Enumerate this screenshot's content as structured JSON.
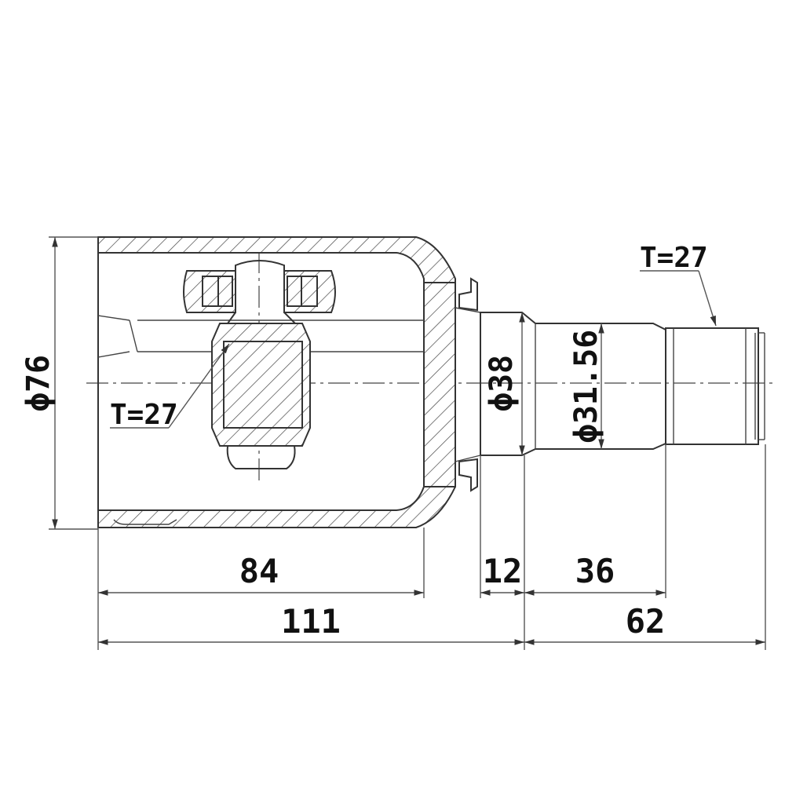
{
  "dimensions": {
    "outer_diameter": "ϕ76",
    "spline_diameter": "ϕ38",
    "stub_diameter": "ϕ31.56",
    "inner_spline_teeth": "T=27",
    "outer_spline_teeth": "T=27",
    "housing_length": "84",
    "overall_housing_length": "111",
    "boot_length": "12",
    "shaft_length": "36",
    "stub_length": "62"
  },
  "colors": {
    "line": "#333333",
    "text": "#111111",
    "background": "#ffffff"
  }
}
